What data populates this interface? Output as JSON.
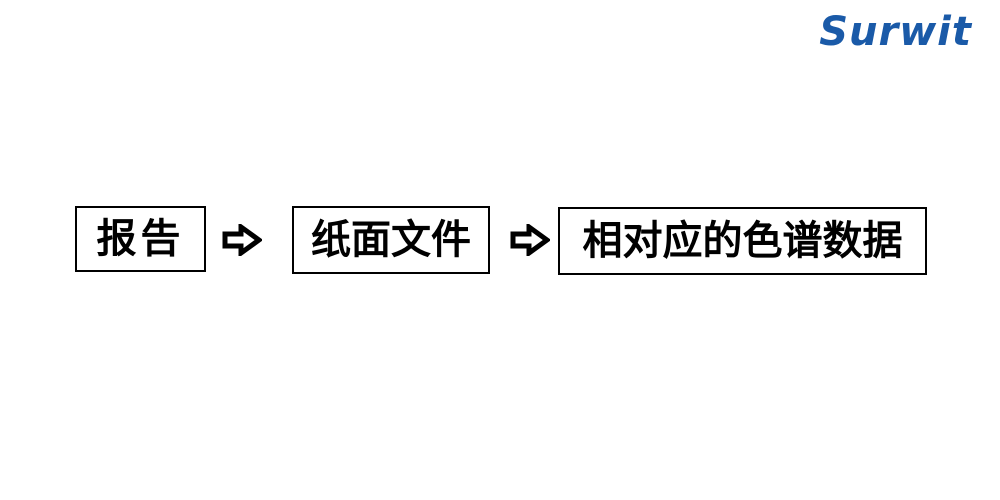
{
  "logo": {
    "text": "Surwit",
    "color": "#1a5aa8"
  },
  "flow": {
    "steps": [
      {
        "label": "报告"
      },
      {
        "label": "纸面文件"
      },
      {
        "label": "相对应的色谱数据"
      }
    ],
    "connector_icon": "arrow-right-icon"
  }
}
